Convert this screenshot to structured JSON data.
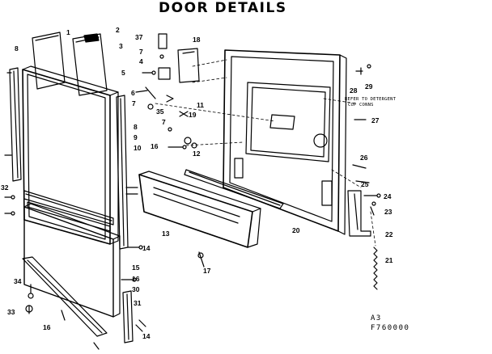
{
  "title": "DOOR DETAILS",
  "labels": [
    "1",
    "2",
    "3",
    "37",
    "18",
    "7",
    "4",
    "5",
    "8",
    "6",
    "7",
    "35",
    "11",
    "28",
    "29",
    "19",
    "27",
    "7",
    "8",
    "9",
    "10",
    "16",
    "12",
    "26",
    "25",
    "24",
    "23",
    "22",
    "21",
    "20",
    "32",
    "13",
    "14",
    "15",
    "16",
    "30",
    "31",
    "17",
    "34",
    "33",
    "16",
    "14"
  ],
  "note_lines": [
    "REFER TO DETERGENT",
    "CUP CONNS"
  ],
  "code_lines": [
    "A3",
    "F760000"
  ]
}
